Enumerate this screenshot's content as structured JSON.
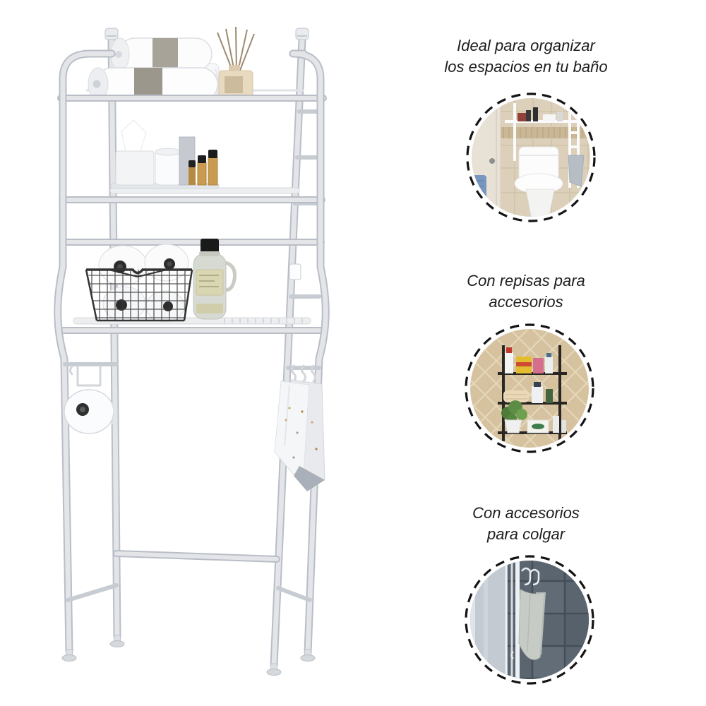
{
  "page": {
    "background": "#ffffff",
    "text_color": "#1d1d1d",
    "dash_color": "#141414"
  },
  "product": {
    "frame_color": "#e3e5e9",
    "frame_edge_color": "#b9bec6",
    "basket_color": "#333333",
    "towel_band_color": "#9b978d",
    "diffuser_color": "#e8dabf"
  },
  "callouts": [
    {
      "line1": "Ideal para organizar",
      "line2": "los espacios en tu baño",
      "photo": "bathroom-rack-over-toilet-photo"
    },
    {
      "line1": "Con repisas para",
      "line2": "accesorios",
      "photo": "black-shelf-rack-accessories-photo"
    },
    {
      "line1": "Con accesorios",
      "line2": "para colgar",
      "photo": "towel-hanging-on-hooks-photo"
    }
  ]
}
